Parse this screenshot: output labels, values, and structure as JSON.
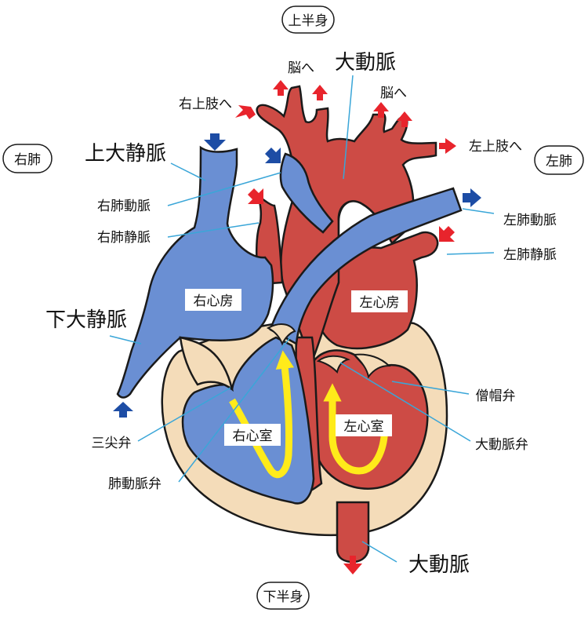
{
  "colors": {
    "artery": "#cd4b45",
    "vein": "#6a8fd3",
    "tissue": "#f4dcb9",
    "flow_arrow": "#ffeb1a",
    "arrow_blue": "#1d4da5",
    "arrow_red": "#e8242c",
    "leader": "#3aa6d8",
    "outline": "#1a1a1a"
  },
  "regions": {
    "upper_body": "上半身",
    "lower_body": "下半身",
    "right_lung": "右肺",
    "left_lung": "左肺"
  },
  "labels": {
    "aorta_top": "大動脈",
    "aorta_bottom": "大動脈",
    "to_brain_left": "脳へ",
    "to_brain_right": "脳へ",
    "to_right_arm": "右上肢へ",
    "to_left_arm": "左上肢へ",
    "superior_vena_cava": "上大静脈",
    "inferior_vena_cava": "下大静脈",
    "right_pulmonary_artery": "右肺動脈",
    "right_pulmonary_vein": "右肺静脈",
    "left_pulmonary_artery": "左肺動脈",
    "left_pulmonary_vein": "左肺静脈",
    "tricuspid_valve": "三尖弁",
    "pulmonary_valve": "肺動脈弁",
    "mitral_valve": "僧帽弁",
    "aortic_valve": "大動脈弁"
  },
  "chambers": {
    "right_atrium": "右心房",
    "left_atrium": "左心房",
    "right_ventricle": "右心室",
    "left_ventricle": "左心室"
  }
}
